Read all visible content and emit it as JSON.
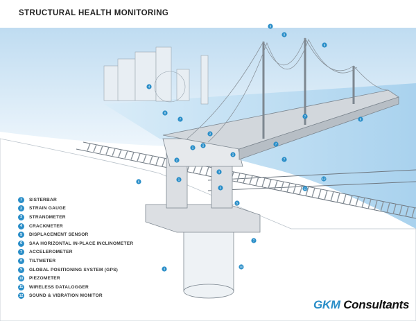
{
  "title": "STRUCTURAL HEALTH MONITORING",
  "legend": [
    {
      "num": "1",
      "label": "SISTERBAR"
    },
    {
      "num": "2",
      "label": "STRAIN GAUGE"
    },
    {
      "num": "3",
      "label": "STRANDMETER"
    },
    {
      "num": "4",
      "label": "CRACKMETER"
    },
    {
      "num": "5",
      "label": "DISPLACEMENT SENSOR"
    },
    {
      "num": "6",
      "label": "SAA HORIZONTAL IN-PLACE INCLINOMETER"
    },
    {
      "num": "7",
      "label": "ACCELEROMETER"
    },
    {
      "num": "8",
      "label": "TILTMETER"
    },
    {
      "num": "9",
      "label": "GLOBAL POSITIONING SYSTEM (GPS)"
    },
    {
      "num": "10",
      "label": "PIEZOMETER"
    },
    {
      "num": "11",
      "label": "WIRELESS DATALOGGER"
    },
    {
      "num": "12",
      "label": "SOUND & VIBRATION MONITOR"
    }
  ],
  "logo": {
    "brand": "GKM",
    "name": "Consultants"
  },
  "colors": {
    "accent": "#2a8ec8",
    "sky": "#cfe6f5",
    "structure": "#dcdfe3"
  }
}
